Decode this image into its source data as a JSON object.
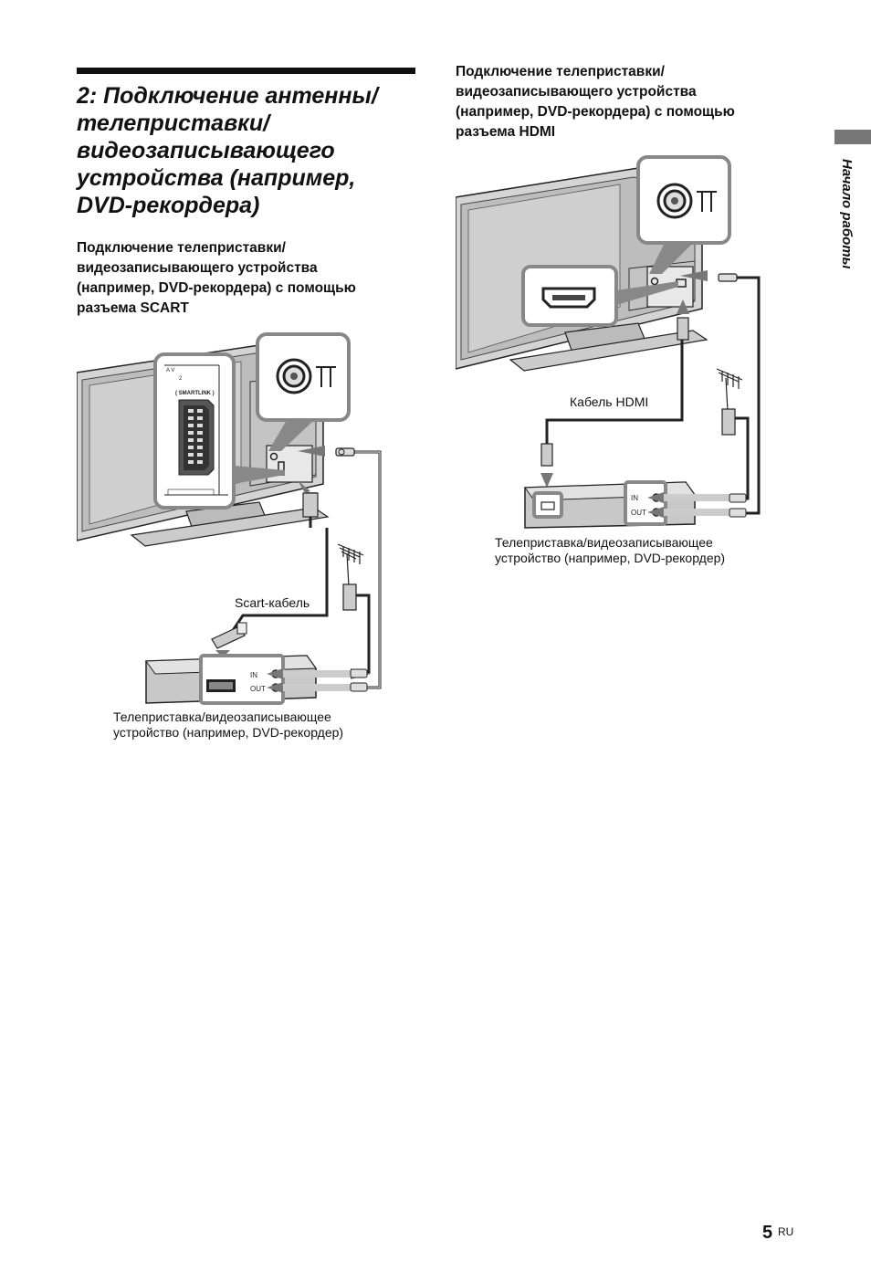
{
  "section": {
    "title_lines": [
      "2: Подключение антенны/",
      "телеприставки/",
      "видеозаписывающего",
      "устройства (например,",
      "DVD-рекордера)"
    ]
  },
  "scart_section": {
    "heading_lines": [
      "Подключение телеприставки/",
      "видеозаписывающего устройства",
      "(например, DVD-рекордера) с помощью",
      "разъема SCART"
    ],
    "panel_labels": {
      "av": "A V",
      "av_num": "2",
      "smartlink": "( SMARTLINK )",
      "in": "IN",
      "out": "OUT"
    },
    "cable_label": "Scart-кабель",
    "device_caption_lines": [
      "Телеприставка/видеозаписывающее",
      "устройство (например, DVD-рекордер)"
    ]
  },
  "hdmi_section": {
    "heading_lines": [
      "Подключение телеприставки/",
      "видеозаписывающего устройства",
      "(например, DVD-рекордера) с помощью",
      "разъема HDMI"
    ],
    "panel_labels": {
      "in": "IN",
      "out": "OUT"
    },
    "cable_label": "Кабель HDMI",
    "device_caption_lines": [
      "Телеприставка/видеозаписывающее",
      "устройство (например, DVD-рекордер)"
    ]
  },
  "sidebar": {
    "chapter_label": "Начало работы"
  },
  "footer": {
    "page_number": "5",
    "language_code": "RU"
  }
}
